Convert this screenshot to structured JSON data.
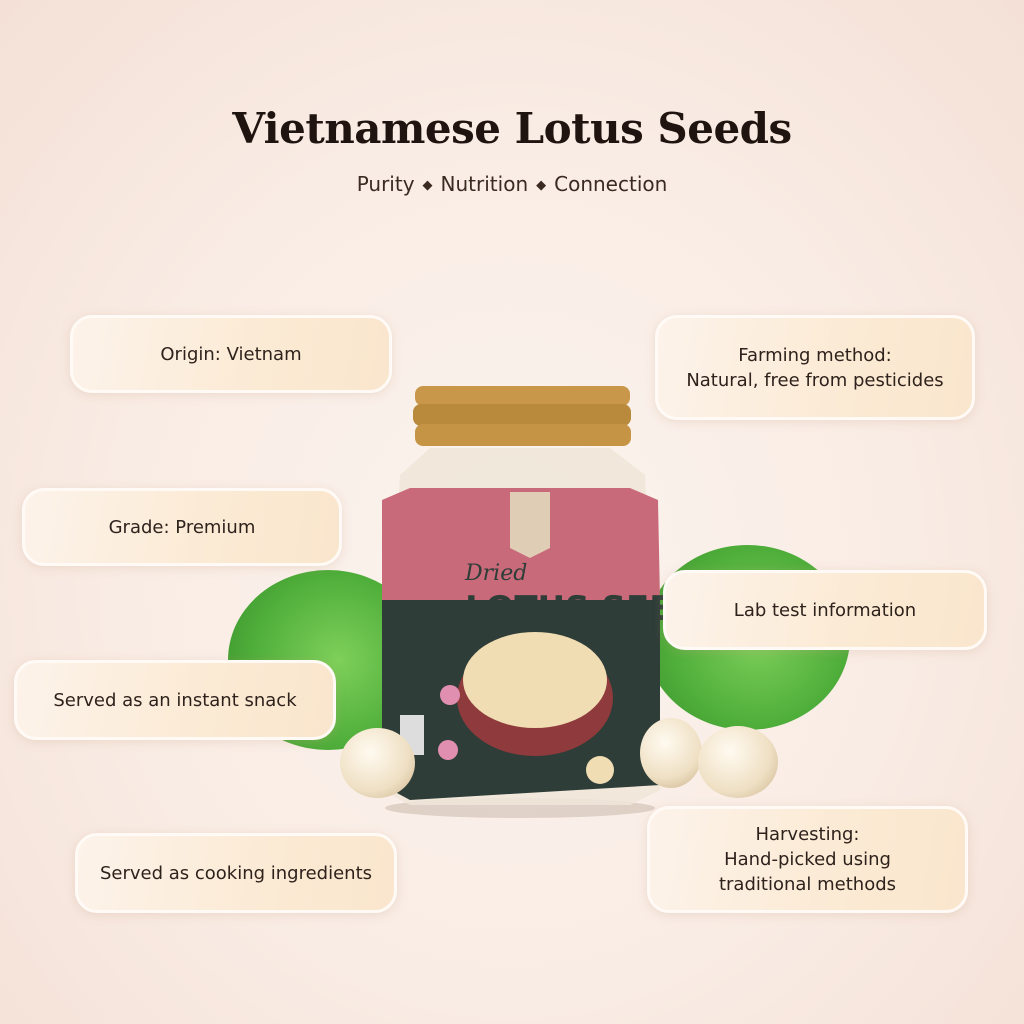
{
  "header": {
    "title": "Vietnamese Lotus Seeds",
    "subtitle": [
      "Purity",
      "Nutrition",
      "Connection"
    ],
    "separator": "◆"
  },
  "features": [
    {
      "label": "Origin: Vietnam"
    },
    {
      "label": "Farming method:\nNatural, free from pesticides"
    },
    {
      "label": "Grade: Premium"
    },
    {
      "label": "Lab test information"
    },
    {
      "label": "Served as an instant snack"
    },
    {
      "label": "Served as cooking ingredients"
    },
    {
      "label": "Harvesting:\nHand-picked using\ntraditional methods"
    }
  ],
  "product": {
    "script_label": "Dried",
    "name": "LOTUS SEED"
  },
  "colors": {
    "label_pink": "#c96a7a",
    "label_green": "#2f3d38",
    "cap_gold": "#b98a3c",
    "card": "#fbead4"
  }
}
